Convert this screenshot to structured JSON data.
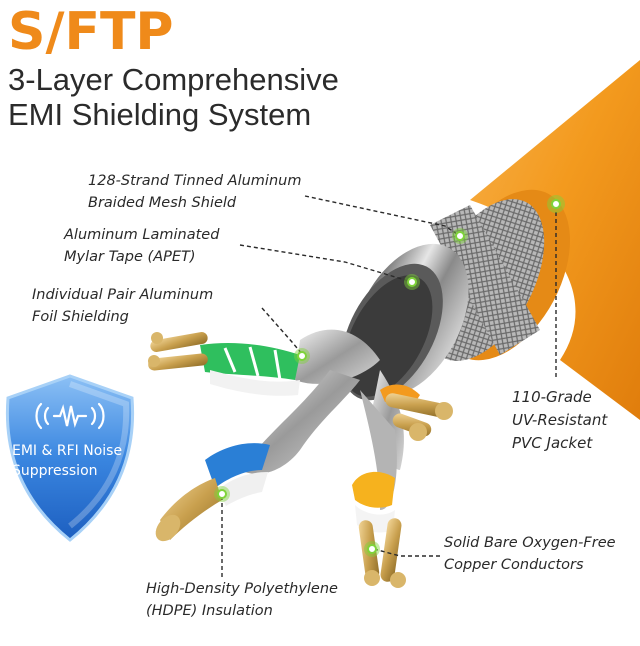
{
  "title": "S/FTP",
  "subtitle": [
    "3-Layer Comprehensive",
    "EMI Shielding System"
  ],
  "labels": {
    "braid": [
      "128-Strand Tinned Aluminum",
      "Braided Mesh Shield"
    ],
    "mylar": [
      "Aluminum Laminated",
      "Mylar Tape (APET)"
    ],
    "foil": [
      "Individual Pair Aluminum",
      "Foil Shielding"
    ],
    "jacket": [
      "110-Grade",
      "UV-Resistant",
      "PVC Jacket"
    ],
    "copper": [
      "Solid Bare Oxygen-Free",
      "Copper Conductors"
    ],
    "hdpe": [
      "High-Density Polyethylene",
      "(HDPE) Insulation"
    ]
  },
  "badge": {
    "text": [
      "EMI & RFI Noise",
      "Suppression"
    ],
    "icon": "signal-wave-icon"
  },
  "colors": {
    "accent": "#ef8a1a",
    "jacket": "#f39a1e",
    "badge": "#3a86e0",
    "marker": "#7fd33a"
  }
}
